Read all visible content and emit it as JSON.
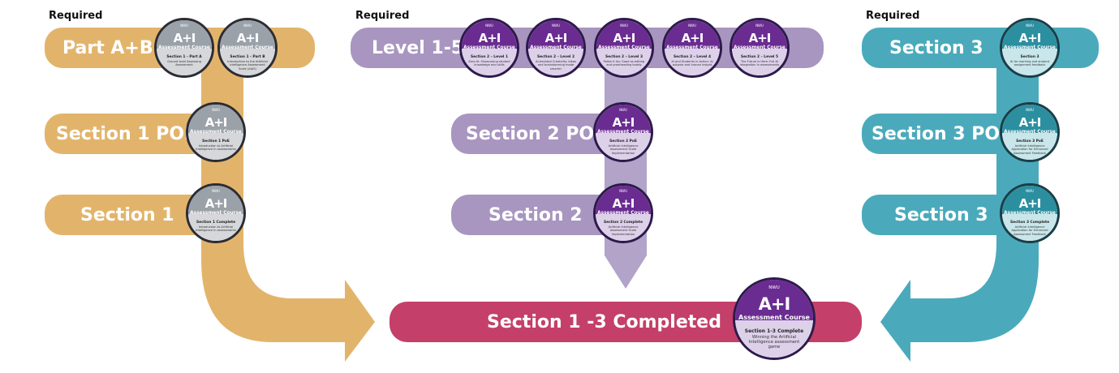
{
  "colors": {
    "gold": "#e2b46b",
    "purple": "#a895c0",
    "purple_arrow": "#b2a3c9",
    "teal": "#4aaabb",
    "magenta": "#c43f6a"
  },
  "columns": [
    {
      "required": "Required",
      "bars": [
        "Part A+B",
        "Section 1 POE",
        "Section 1"
      ]
    },
    {
      "required": "Required",
      "bars": [
        "Level 1-5",
        "Section 2 POE",
        "Section 2"
      ]
    },
    {
      "required": "Required",
      "bars": [
        "Section 3",
        "Section 3 POE",
        "Section 3"
      ]
    }
  ],
  "final": {
    "label": "Section 1 -3 Completed"
  },
  "badge_common": {
    "logo": "NWU",
    "ai": "A+I",
    "course": "Assessment Course"
  },
  "badges": {
    "partA": {
      "title": "Section 1 - Part A",
      "sub": "Ground level Assessing Assessment"
    },
    "partB": {
      "title": "Section 1 - Part B",
      "sub": "Introduction to the Artificial Intelligence Assessment Scale (AIAS)"
    },
    "s1poe": {
      "title": "Section 1 PoE",
      "sub": "Introduction to Artificial Intelligence in assessments"
    },
    "s1": {
      "title": "Section 1 Complete",
      "sub": "Introduction to Artificial Intelligence in assessments"
    },
    "l1": {
      "title": "Section 2 – Level 1",
      "sub": "Zero AI: Showcasing student knowledge and skills"
    },
    "l2": {
      "title": "Section 2 – Level 2",
      "sub": "AI-Assisted Creativity: Ideas and brainstorming made smarter"
    },
    "l3": {
      "title": "Section 2 – Level 3",
      "sub": "Polish It Up: Good as editing and proofreading buddy"
    },
    "l4": {
      "title": "Section 2 – Level 4",
      "sub": "AI and Students in Action: AI outputs and human insight"
    },
    "l5": {
      "title": "Section 2 – Level 5",
      "sub": "The Future is Here: Full AI integration in assessments"
    },
    "s2poe": {
      "title": "Section 2 PoE",
      "sub": "Artificial Intelligence Assessment Scale Implementation"
    },
    "s2": {
      "title": "Section 2 Complete",
      "sub": "Artificial Intelligence Assessment Scale Implementation"
    },
    "s3a": {
      "title": "Section 3",
      "sub": "AI for marking and student assignment feedback"
    },
    "s3poe": {
      "title": "Section 3 PoE",
      "sub": "Artificial Intelligence Application for Enhanced Assessment Feedback"
    },
    "s3": {
      "title": "Section 3 Complete",
      "sub": "Artificial Intelligence Application for Enhanced Assessment Feedback"
    },
    "final": {
      "title": "Section 1-3 Complete",
      "sub": "Winning the Artificial Intelligence assessment game"
    }
  }
}
